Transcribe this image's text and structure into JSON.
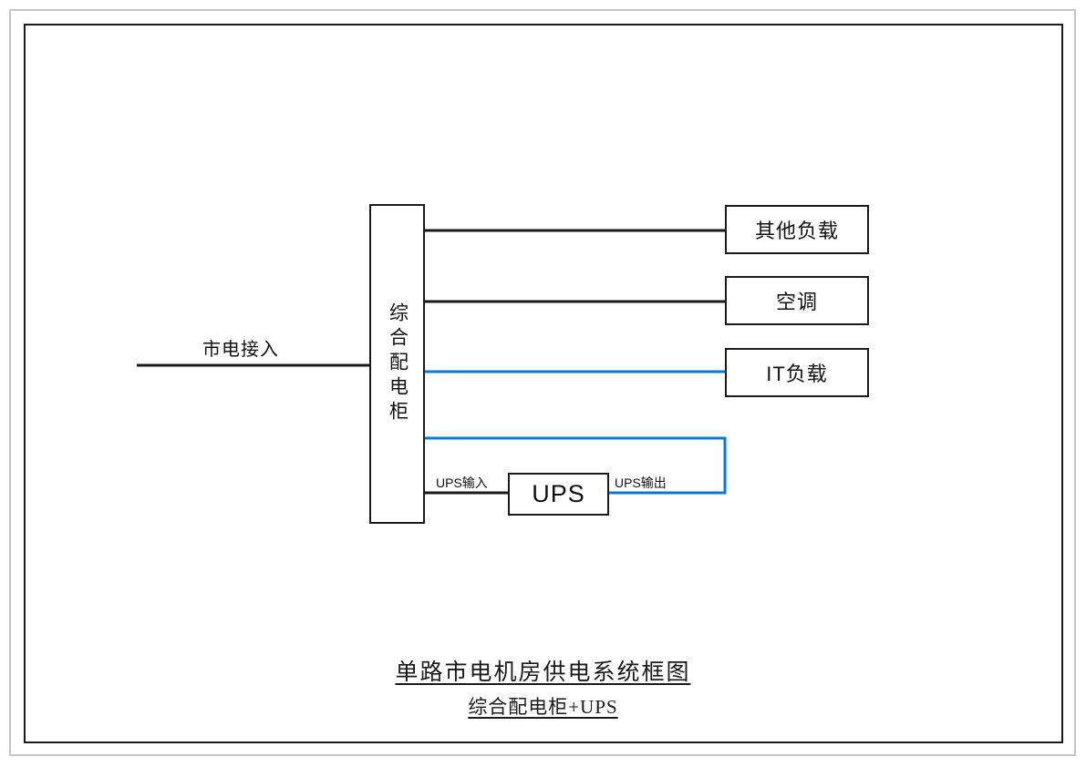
{
  "diagram": {
    "title_line_1": "单路市电机房供电系统框图",
    "title_line_2": "综合配电柜+UPS",
    "colors": {
      "line_black": "#1a1a1a",
      "line_blue": "#0b77cf",
      "frame_outer": "#c6c6c6",
      "frame_inner": "#1a1a1a",
      "background": "#ffffff"
    },
    "source": {
      "label": "市电接入"
    },
    "cabinet": {
      "label": "综合配电柜"
    },
    "ups": {
      "label": "UPS",
      "input_label": "UPS输入",
      "output_label": "UPS输出"
    },
    "loads": [
      {
        "id": "other",
        "label": "其他负载",
        "feed": "black"
      },
      {
        "id": "hvac",
        "label": "空调",
        "feed": "black"
      },
      {
        "id": "it",
        "label": "IT负载",
        "feed": "blue"
      }
    ],
    "connections": [
      {
        "from": "市电接入",
        "to": "综合配电柜",
        "color": "black"
      },
      {
        "from": "综合配电柜",
        "to": "其他负载",
        "color": "black"
      },
      {
        "from": "综合配电柜",
        "to": "空调",
        "color": "black"
      },
      {
        "from": "综合配电柜",
        "to": "IT负载",
        "color": "blue"
      },
      {
        "from": "综合配电柜",
        "to": "UPS",
        "color": "black",
        "label": "UPS输入"
      },
      {
        "from": "UPS",
        "to": "综合配电柜",
        "color": "blue",
        "label": "UPS输出"
      }
    ]
  }
}
